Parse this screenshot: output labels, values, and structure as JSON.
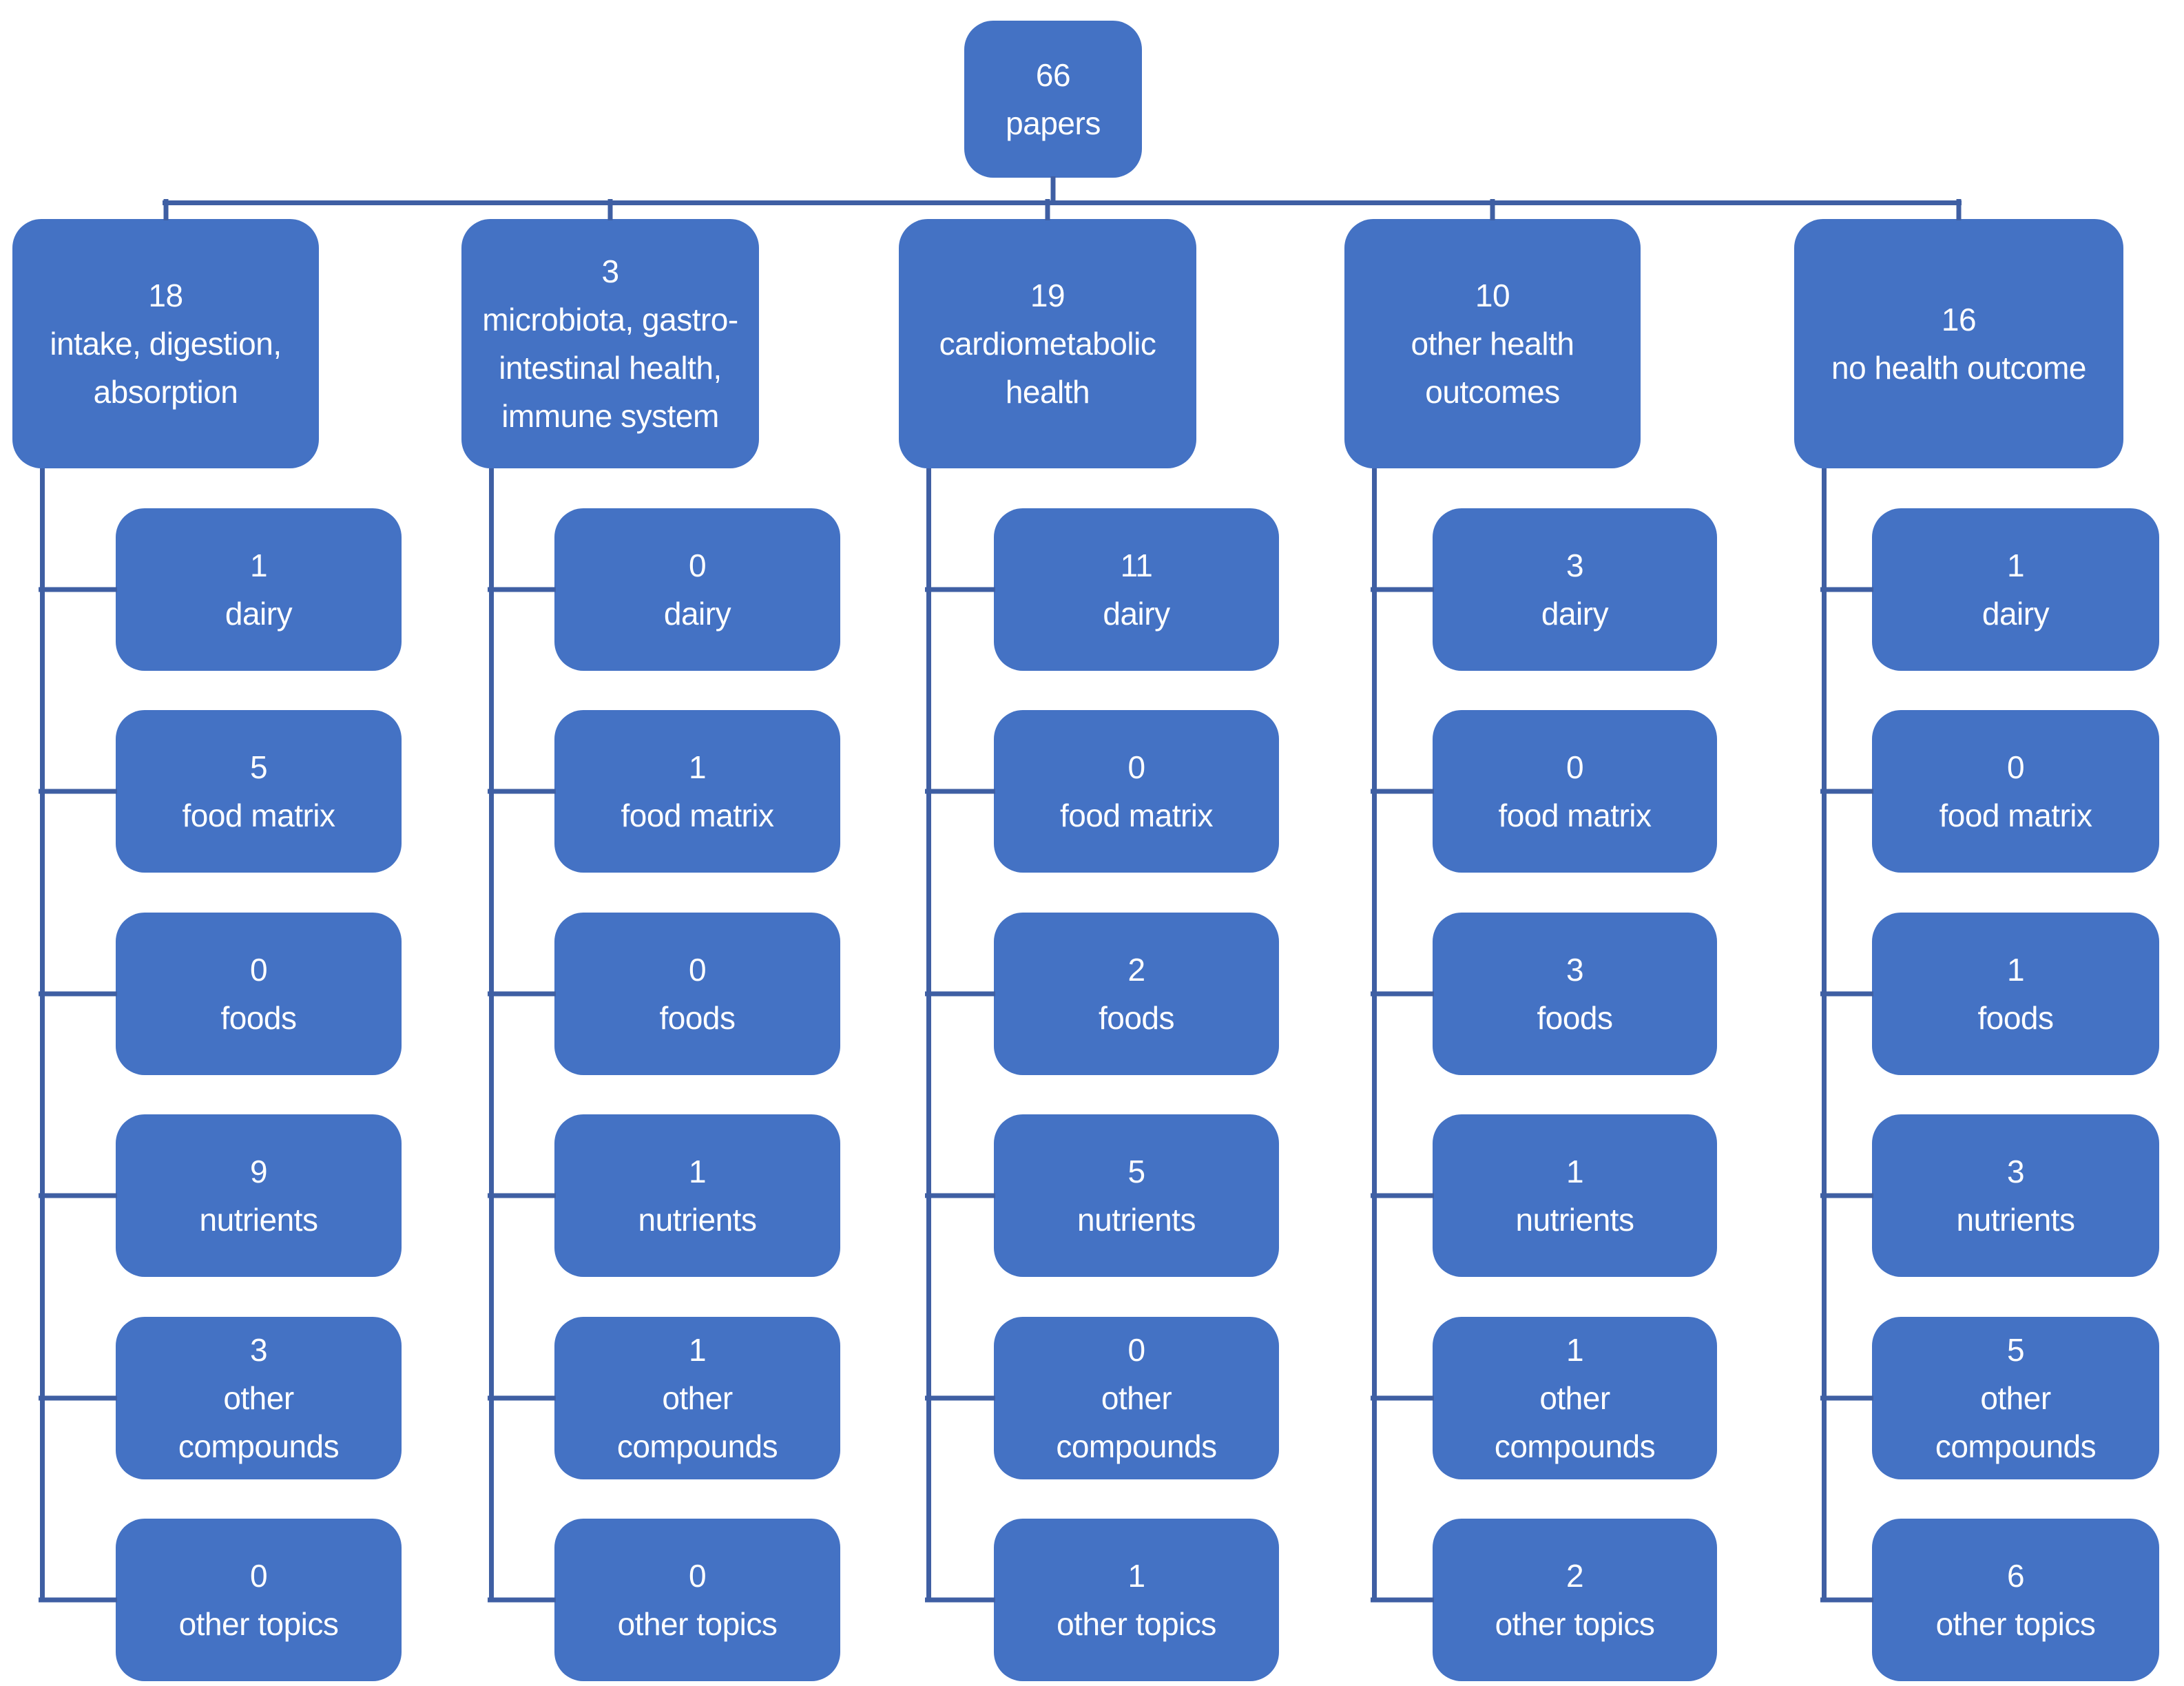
{
  "colors": {
    "node_fill": "#4472C4",
    "connector": "#3F5FA3",
    "text": "#FFFFFF",
    "background": "#FFFFFF"
  },
  "root": {
    "count": "66",
    "label": "papers"
  },
  "columns": [
    {
      "count": "18",
      "label": "intake, digestion,\nabsorption",
      "children": [
        {
          "count": "1",
          "label": "dairy"
        },
        {
          "count": "5",
          "label": "food matrix"
        },
        {
          "count": "0",
          "label": "foods"
        },
        {
          "count": "9",
          "label": "nutrients"
        },
        {
          "count": "3",
          "label": "other\ncompounds"
        },
        {
          "count": "0",
          "label": "other topics"
        }
      ]
    },
    {
      "count": "3",
      "label": "microbiota, gastro-\nintestinal health,\nimmune system",
      "children": [
        {
          "count": "0",
          "label": "dairy"
        },
        {
          "count": "1",
          "label": "food matrix"
        },
        {
          "count": "0",
          "label": "foods"
        },
        {
          "count": "1",
          "label": "nutrients"
        },
        {
          "count": "1",
          "label": "other\ncompounds"
        },
        {
          "count": "0",
          "label": "other topics"
        }
      ]
    },
    {
      "count": "19",
      "label": "cardiometabolic\nhealth",
      "children": [
        {
          "count": "11",
          "label": "dairy"
        },
        {
          "count": "0",
          "label": "food matrix"
        },
        {
          "count": "2",
          "label": "foods"
        },
        {
          "count": "5",
          "label": "nutrients"
        },
        {
          "count": "0",
          "label": "other\ncompounds"
        },
        {
          "count": "1",
          "label": "other topics"
        }
      ]
    },
    {
      "count": "10",
      "label": "other health\noutcomes",
      "children": [
        {
          "count": "3",
          "label": "dairy"
        },
        {
          "count": "0",
          "label": "food matrix"
        },
        {
          "count": "3",
          "label": "foods"
        },
        {
          "count": "1",
          "label": "nutrients"
        },
        {
          "count": "1",
          "label": "other\ncompounds"
        },
        {
          "count": "2",
          "label": "other topics"
        }
      ]
    },
    {
      "count": "16",
      "label": "no health outcome",
      "children": [
        {
          "count": "1",
          "label": "dairy"
        },
        {
          "count": "0",
          "label": "food matrix"
        },
        {
          "count": "1",
          "label": "foods"
        },
        {
          "count": "3",
          "label": "nutrients"
        },
        {
          "count": "5",
          "label": "other\ncompounds"
        },
        {
          "count": "6",
          "label": "other topics"
        }
      ]
    }
  ]
}
